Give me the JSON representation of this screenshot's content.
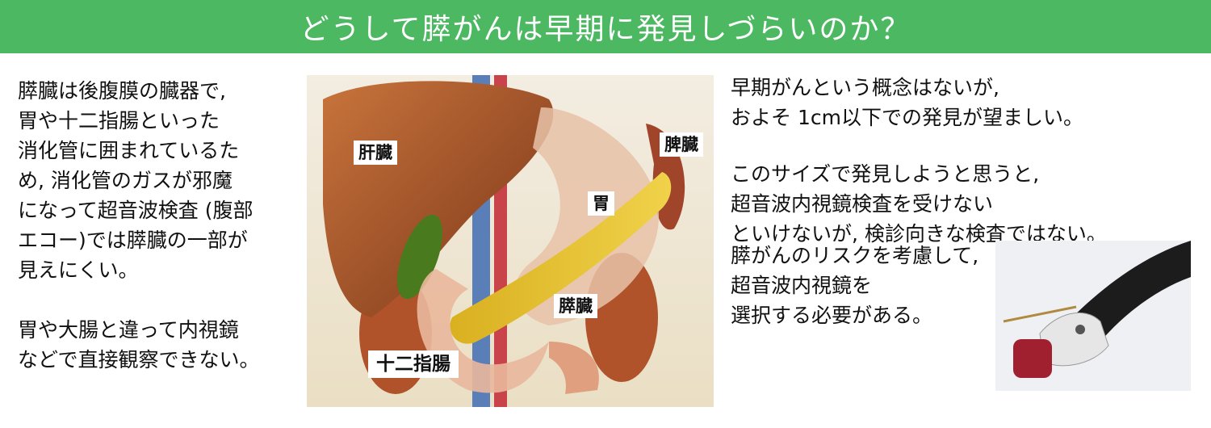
{
  "header": {
    "title": "どうして膵がんは早期に発見しづらいのか？"
  },
  "left_text": {
    "block1": "膵臓は後腹膜の臓器で,\n胃や十二指腸といった\n消化管に囲まれているた\nめ, 消化管のガスが邪魔\nになって超音波検査 (腹部\nエコー)では膵臓の一部が\n見えにくい。",
    "block2": "胃や大腸と違って内視鏡\nなどで直接観察できない。"
  },
  "right_text": {
    "block1": "早期がんという概念はないが,\nおよそ 1cm以下での発見が望ましい。",
    "block2": "このサイズで発見しようと思うと,\n超音波内視鏡検査を受けない\nといけないが, 検診向きな検査ではない。",
    "block3": "膵がんのリスクを考慮して,\n超音波内視鏡を\n選択する必要がある。"
  },
  "illustration": {
    "labels": {
      "liver": "肝臓",
      "spleen": "脾臓",
      "stomach": "胃",
      "pancreas": "膵臓",
      "duodenum": "十二指腸"
    }
  },
  "colors": {
    "header_bg": "#4cb862",
    "header_text": "#ffffff",
    "liver": "#a8552c",
    "pancreas": "#e6c23a",
    "gallbladder": "#4a7a1e"
  }
}
